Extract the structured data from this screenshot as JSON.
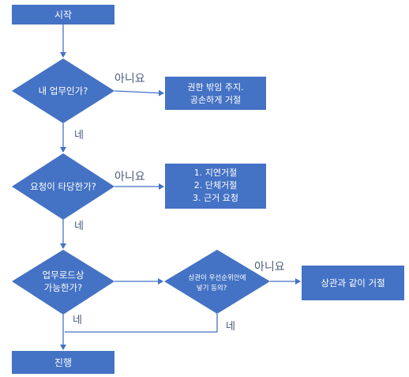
{
  "colors": {
    "node_fill": "#4472c4",
    "edge_stroke": "#4472c4",
    "node_text": "#ffffff",
    "edge_label_text": "#4a5a7a"
  },
  "nodes": {
    "start": {
      "label": "시작"
    },
    "d1": {
      "label": "내 업무인가?"
    },
    "r1": {
      "line1": "권한 밖임 주지.",
      "line2": "공손하게 거절"
    },
    "d2": {
      "label": "요청이 타당한가?"
    },
    "r2": {
      "line1": "1. 지연거절",
      "line2": "2. 단체거절",
      "line3": "3. 근거 요청"
    },
    "d3": {
      "line1": "업무로드상",
      "line2": "가능한가?"
    },
    "d4": {
      "line1": "상관이 우선순위안에",
      "line2": "넣기 동의?"
    },
    "r4": {
      "label": "상관과 같이 거절"
    },
    "end": {
      "label": "진행"
    }
  },
  "edges": {
    "d1_no": "아니요",
    "d1_yes": "네",
    "d2_no": "아니요",
    "d2_yes": "네",
    "d3_yes": "네",
    "d4_no": "아니요",
    "d4_yes": "네"
  }
}
